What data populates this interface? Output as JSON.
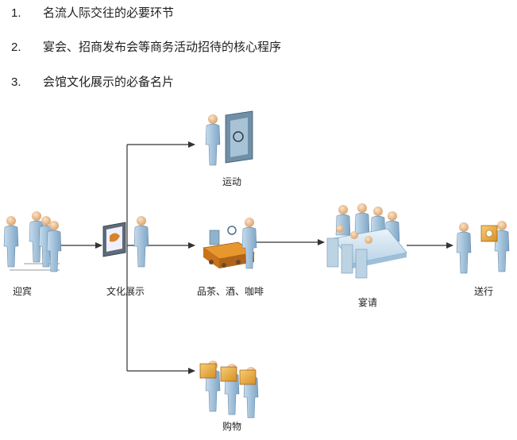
{
  "list": [
    {
      "num": "1.",
      "text": "名流人际交往的必要环节"
    },
    {
      "num": "2.",
      "text": "宴会、招商发布会等商务活动招待的核心程序"
    },
    {
      "num": "3.",
      "text": "会馆文化展示的必备名片"
    }
  ],
  "nodes": {
    "greet": {
      "label": "迎宾"
    },
    "display": {
      "label": "文化展示"
    },
    "sport": {
      "label": "运动"
    },
    "tea": {
      "label": "品茶、酒、咖啡"
    },
    "shop": {
      "label": "购物"
    },
    "banquet": {
      "label": "宴请"
    },
    "farewell": {
      "label": "送行"
    }
  },
  "colors": {
    "person_body": "#9fbfd9",
    "person_head": "#e8b98a",
    "arrow": "#333333",
    "box": "#e9a93c",
    "table": "#cfe2ef"
  }
}
